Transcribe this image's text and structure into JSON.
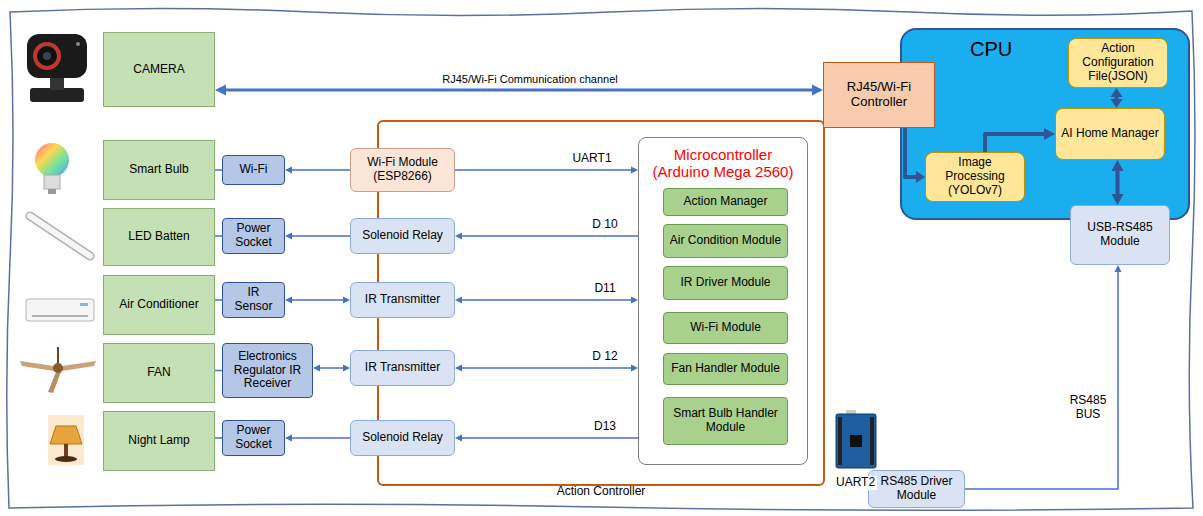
{
  "diagram": {
    "nodes": [
      {
        "text": [
          "CAMERA"
        ]
      },
      {
        "text": [
          "Smart Bulb"
        ]
      },
      {
        "text": [
          "LED Batten"
        ]
      },
      {
        "text": [
          "Air Conditioner"
        ]
      },
      {
        "text": [
          "FAN"
        ]
      },
      {
        "text": [
          "Night Lamp"
        ]
      },
      {
        "text": [
          "Wi-Fi"
        ]
      },
      {
        "text": [
          "Power Socket"
        ]
      },
      {
        "text": [
          "IR Sensor"
        ]
      },
      {
        "text": [
          "Electronics Regulator IR Receiver"
        ]
      },
      {
        "text": [
          "Power Socket"
        ]
      },
      {
        "text": [
          "Action Controller"
        ]
      },
      {
        "text": [
          "Wi-Fi Module (ESP8266)"
        ],
        "in": 11
      },
      {
        "text": [
          "Solenoid Relay"
        ],
        "in": 11
      },
      {
        "text": [
          "IR Transmitter"
        ],
        "in": 11
      },
      {
        "text": [
          "IR Transmitter"
        ],
        "in": 11
      },
      {
        "text": [
          "Solenoid Relay"
        ],
        "in": 11
      },
      {
        "text": [
          "Microcontroller (Arduino Mega 2560)"
        ],
        "in": 11
      },
      {
        "text": [
          "Action Manager"
        ],
        "in": 17
      },
      {
        "text": [
          "Air Condition Module"
        ],
        "in": 17
      },
      {
        "text": [
          "IR Driver Module"
        ],
        "in": 17
      },
      {
        "text": [
          "Wi-Fi Module"
        ],
        "in": 17
      },
      {
        "text": [
          "Fan Handler Module"
        ],
        "in": 17
      },
      {
        "text": [
          "Smart Bulb Handler Module"
        ],
        "in": 17
      },
      {
        "text": [
          "RS485 Driver Module"
        ]
      },
      {
        "text": [
          "CPU"
        ]
      },
      {
        "text": [
          "RJ45/Wi-Fi Controller"
        ],
        "in": 25
      },
      {
        "text": [
          "Action Configuration File(JSON)"
        ],
        "in": 25
      },
      {
        "text": [
          "Image Processing (YOLOv7)"
        ],
        "in": 25
      },
      {
        "text": [
          "AI Home Manager"
        ],
        "in": 25
      },
      {
        "text": [
          "USB-RS485 Module"
        ],
        "in": 25
      }
    ],
    "edges": [
      {
        "from": 0,
        "to": 26,
        "arrow": "both",
        "label": "RJ45/Wi-Fi Communication channel"
      },
      {
        "from": 1,
        "to": 6,
        "arrow": "none"
      },
      {
        "from": 12,
        "to": 6,
        "arrow": "to"
      },
      {
        "from": 12,
        "to": 17,
        "arrow": "to",
        "label": "UART1"
      },
      {
        "from": 2,
        "to": 7,
        "arrow": "none"
      },
      {
        "from": 13,
        "to": 7,
        "arrow": "to"
      },
      {
        "from": 17,
        "to": 13,
        "arrow": "to",
        "label": "D 10"
      },
      {
        "from": 3,
        "to": 8,
        "arrow": "none"
      },
      {
        "from": 14,
        "to": 8,
        "arrow": "both"
      },
      {
        "from": 17,
        "to": 14,
        "arrow": "both",
        "label": "D11"
      },
      {
        "from": 4,
        "to": 9,
        "arrow": "none"
      },
      {
        "from": 15,
        "to": 9,
        "arrow": "both"
      },
      {
        "from": 17,
        "to": 15,
        "arrow": "both",
        "label": "D 12"
      },
      {
        "from": 5,
        "to": 10,
        "arrow": "none"
      },
      {
        "from": 16,
        "to": 10,
        "arrow": "to"
      },
      {
        "from": 17,
        "to": 16,
        "arrow": "to",
        "label": "D13"
      },
      {
        "from": 26,
        "to": 28,
        "arrow": "to"
      },
      {
        "from": 28,
        "to": 29,
        "arrow": "to"
      },
      {
        "from": 27,
        "to": 29,
        "arrow": "both"
      },
      {
        "from": 29,
        "to": 30,
        "arrow": "both"
      },
      {
        "from": 24,
        "to": 30,
        "arrow": "to"
      }
    ],
    "labels": [
      "UART2",
      "RS485 BUS"
    ]
  }
}
